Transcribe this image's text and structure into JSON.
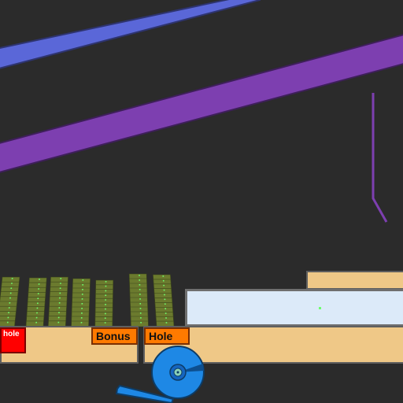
{
  "scene": {
    "background_color": "#2b2b2b",
    "colors": {
      "blue_ramp": "#5a67d8",
      "purple_ramp": "#7d3fb0",
      "purple_line": "#7d3fb0",
      "sand": "#efc887",
      "glass": "#dceaf9",
      "hole_red": "#ff0000",
      "label_orange": "#ff7a00",
      "wheel_blue": "#1e88e5",
      "domino_olive": "#6b7a2e",
      "domino_dots": "#6dff6d"
    }
  },
  "labels": {
    "hole_small": "hole",
    "bonus": "Bonus",
    "hole": "Hole"
  }
}
